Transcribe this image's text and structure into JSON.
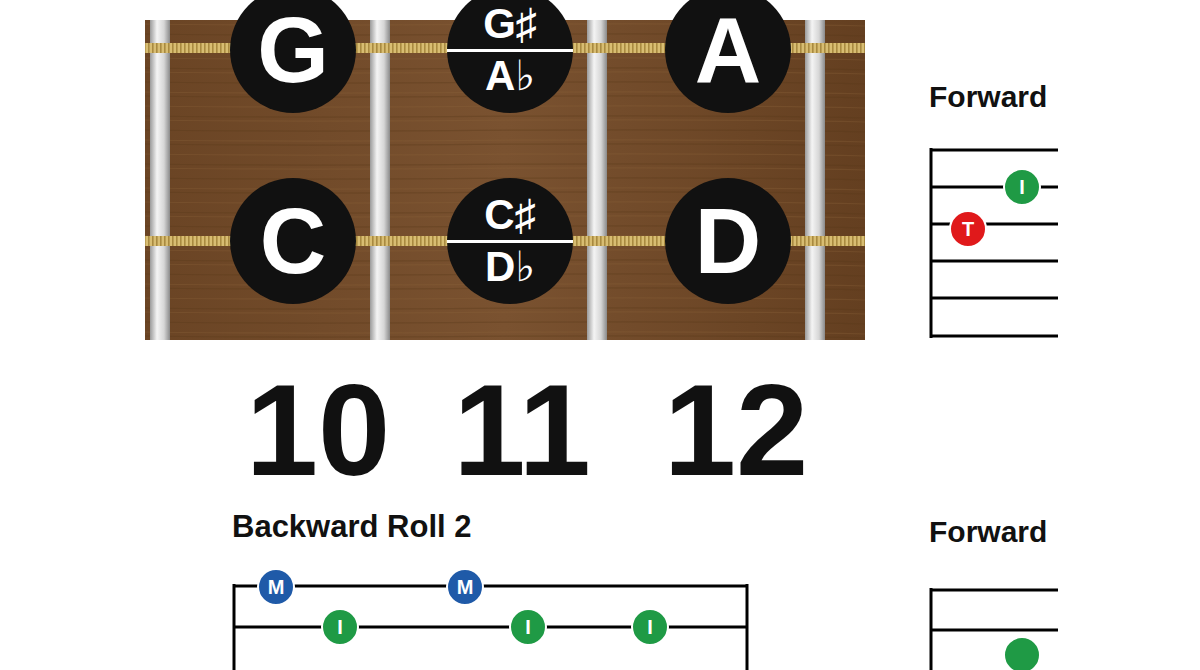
{
  "diagram": {
    "nodes": [
      {
        "text": [
          "G"
        ]
      },
      {
        "text": [
          "G♯",
          "A♭"
        ]
      },
      {
        "text": [
          "A"
        ]
      },
      {
        "text": [
          "I"
        ]
      },
      {
        "text": [
          "T"
        ]
      },
      {
        "text": [
          "C"
        ]
      },
      {
        "text": [
          "C♯",
          "D♭"
        ]
      },
      {
        "text": [
          "D"
        ]
      },
      {
        "text": [
          "M"
        ]
      },
      {
        "text": [
          "M"
        ]
      },
      {
        "text": [
          "I"
        ]
      },
      {
        "text": [
          "I"
        ]
      },
      {
        "text": [
          "I"
        ]
      }
    ],
    "labels": [
      "Forward",
      "10",
      "11",
      "12",
      "Backward Roll 2",
      "Forward"
    ]
  }
}
